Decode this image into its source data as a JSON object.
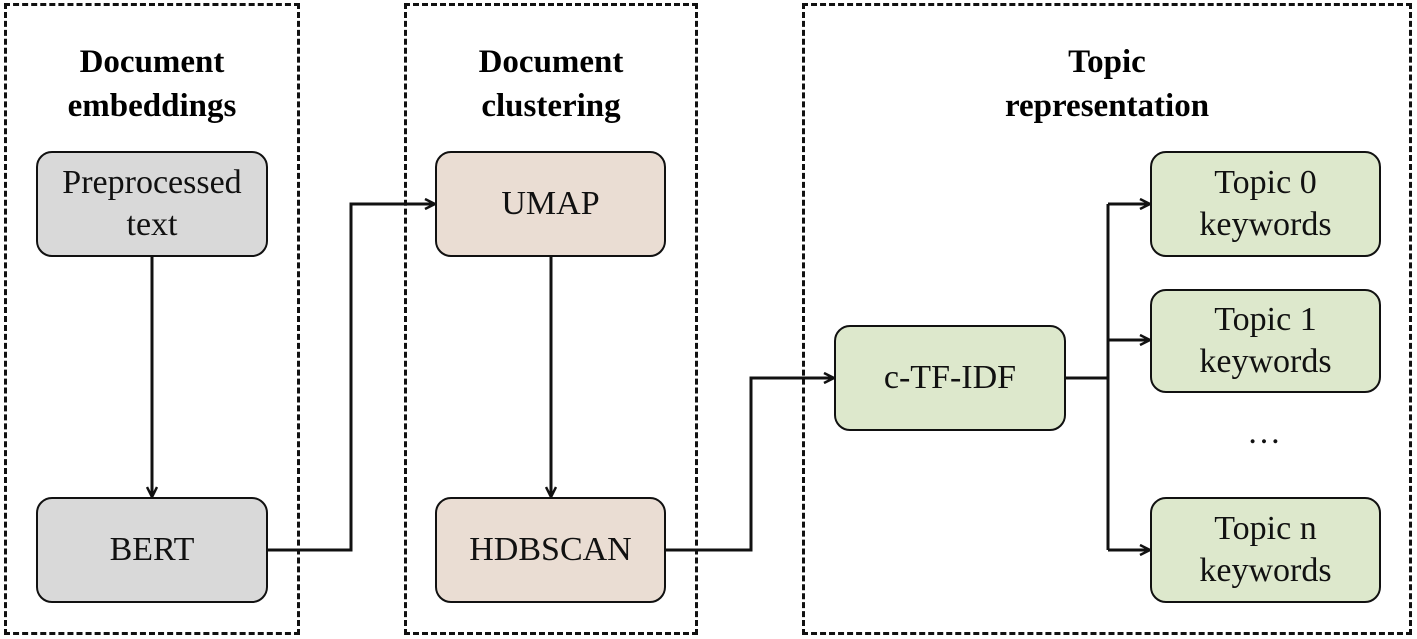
{
  "panels": {
    "embeddings": {
      "title": "Document\nembeddings"
    },
    "clustering": {
      "title": "Document\nclustering"
    },
    "representation": {
      "title": "Topic\nrepresentation"
    }
  },
  "nodes": {
    "preprocessed": "Preprocessed\ntext",
    "bert": "BERT",
    "umap": "UMAP",
    "hdbscan": "HDBSCAN",
    "ctfidf": "c-TF-IDF",
    "topic0": "Topic 0\nkeywords",
    "topic1": "Topic 1\nkeywords",
    "topicn": "Topic n\nkeywords"
  },
  "ellipsis": "…",
  "colors": {
    "gray": "#d9d9d9",
    "tan": "#eaddd3",
    "green": "#dde8cc",
    "stroke": "#111111"
  }
}
